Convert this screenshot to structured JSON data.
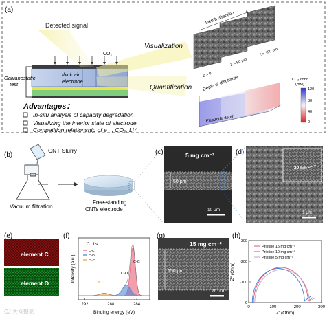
{
  "panel_a": {
    "tag": "(a)",
    "detected_signal": "Detected signal",
    "co2": "CO₂",
    "galvanostatic": [
      "Galvanostatic",
      "test"
    ],
    "electrode": [
      "thick air",
      "electrode"
    ],
    "visualization": "Visualization",
    "quantification": "Quantification",
    "depth_direction": "Depth direction",
    "z0": "Z = 0",
    "z50": "Z = 50 μm",
    "z100": "Z = 100 μm",
    "depth_of_discharge": "Depth of discharge",
    "electrode_depth": "Electrode depth",
    "colorbar": {
      "title": [
        "CO₂ conc.",
        "(mM)"
      ],
      "ticks": [
        "120",
        "80",
        "40",
        "0"
      ],
      "color_high": "#2f2fd6",
      "color_low": "#e02020"
    },
    "advantages_title": "Advantages：",
    "advantages": [
      "In-situ analysis of capacity degradation",
      "Visualizing the interior state of electrode",
      "Competition relationship of e⁻ , CO₂, Li⁺"
    ]
  },
  "panel_b": {
    "tag": "(b)",
    "cnt_slurry": "CNT Slurry",
    "vacuum_filtration": "Vacuum filtration",
    "free_standing": [
      "Free-standing",
      "CNTs electrode"
    ]
  },
  "panel_c": {
    "tag": "(c)",
    "loading": "5 mg cm⁻²",
    "thickness": "50 μm",
    "scale": "10 μm"
  },
  "panel_d": {
    "tag": "(d)",
    "inset_scale": "20 nm",
    "scale": "1 μm"
  },
  "panel_e": {
    "tag": "(e)",
    "element_c": "element C",
    "element_o": "element O",
    "color_c": "#b01818",
    "color_o": "#18a82e"
  },
  "panel_f": {
    "tag": "(f)",
    "title": "C 1s",
    "ylabel": "Intensity (a.u.)",
    "xlabel": "Binding energy (eV)",
    "peak_cc": "C-C",
    "peak_co": "C-O",
    "peak_cdo": "C=O",
    "legend": [
      "C-C",
      "C-O",
      "C=O"
    ],
    "colors": {
      "cc": "#e8506a",
      "co": "#3d7fd8",
      "cdo": "#e8a23a"
    }
  },
  "panel_g": {
    "tag": "(g)",
    "loading": "15 mg cm⁻²",
    "thickness": "150 μm",
    "scale": "20 μm"
  },
  "panel_h": {
    "tag": "(h)",
    "ylabel": "Z'' (Ohm)",
    "xlabel": "Z' (Ohm)",
    "legend": [
      "Pristine 15 mg cm⁻²",
      "Pristine 10 mg cm⁻²",
      "Pristine  5 mg cm⁻²"
    ],
    "colors": [
      "#e8506a",
      "#3d7fd8",
      "#c4a0c8"
    ]
  },
  "chart_data": [
    {
      "type": "line",
      "title": "C 1s",
      "xlabel": "Binding energy (eV)",
      "ylabel": "Intensity (a.u.)",
      "xlim": [
        293,
        282
      ],
      "xticks": [
        292,
        288,
        284
      ],
      "series": [
        {
          "name": "C-C",
          "center": 284.6,
          "height": 1.0,
          "width": 0.55
        },
        {
          "name": "C-O",
          "center": 285.6,
          "height": 0.22,
          "width": 0.9
        },
        {
          "name": "C=O",
          "center": 289.0,
          "height": 0.05,
          "width": 1.0
        }
      ]
    },
    {
      "type": "scatter",
      "xlabel": "Z' (Ohm)",
      "ylabel": "Z'' (Ohm)",
      "xlim": [
        0,
        300
      ],
      "ylim": [
        -300,
        0
      ],
      "xticks": [
        0,
        100,
        200,
        300
      ],
      "yticks": [
        -300,
        -200,
        -100,
        0
      ],
      "series": [
        {
          "name": "Pristine 15 mg cm⁻²",
          "start": 20,
          "end": 245,
          "peak": -170,
          "tail_x": 265,
          "tail_y": -25
        },
        {
          "name": "Pristine 10 mg cm⁻²",
          "start": 15,
          "end": 230,
          "peak": -165,
          "tail_x": 255,
          "tail_y": -30
        },
        {
          "name": "Pristine  5 mg cm⁻²",
          "start": 25,
          "end": 250,
          "peak": -160,
          "tail_x": 270,
          "tail_y": -20
        }
      ]
    }
  ]
}
